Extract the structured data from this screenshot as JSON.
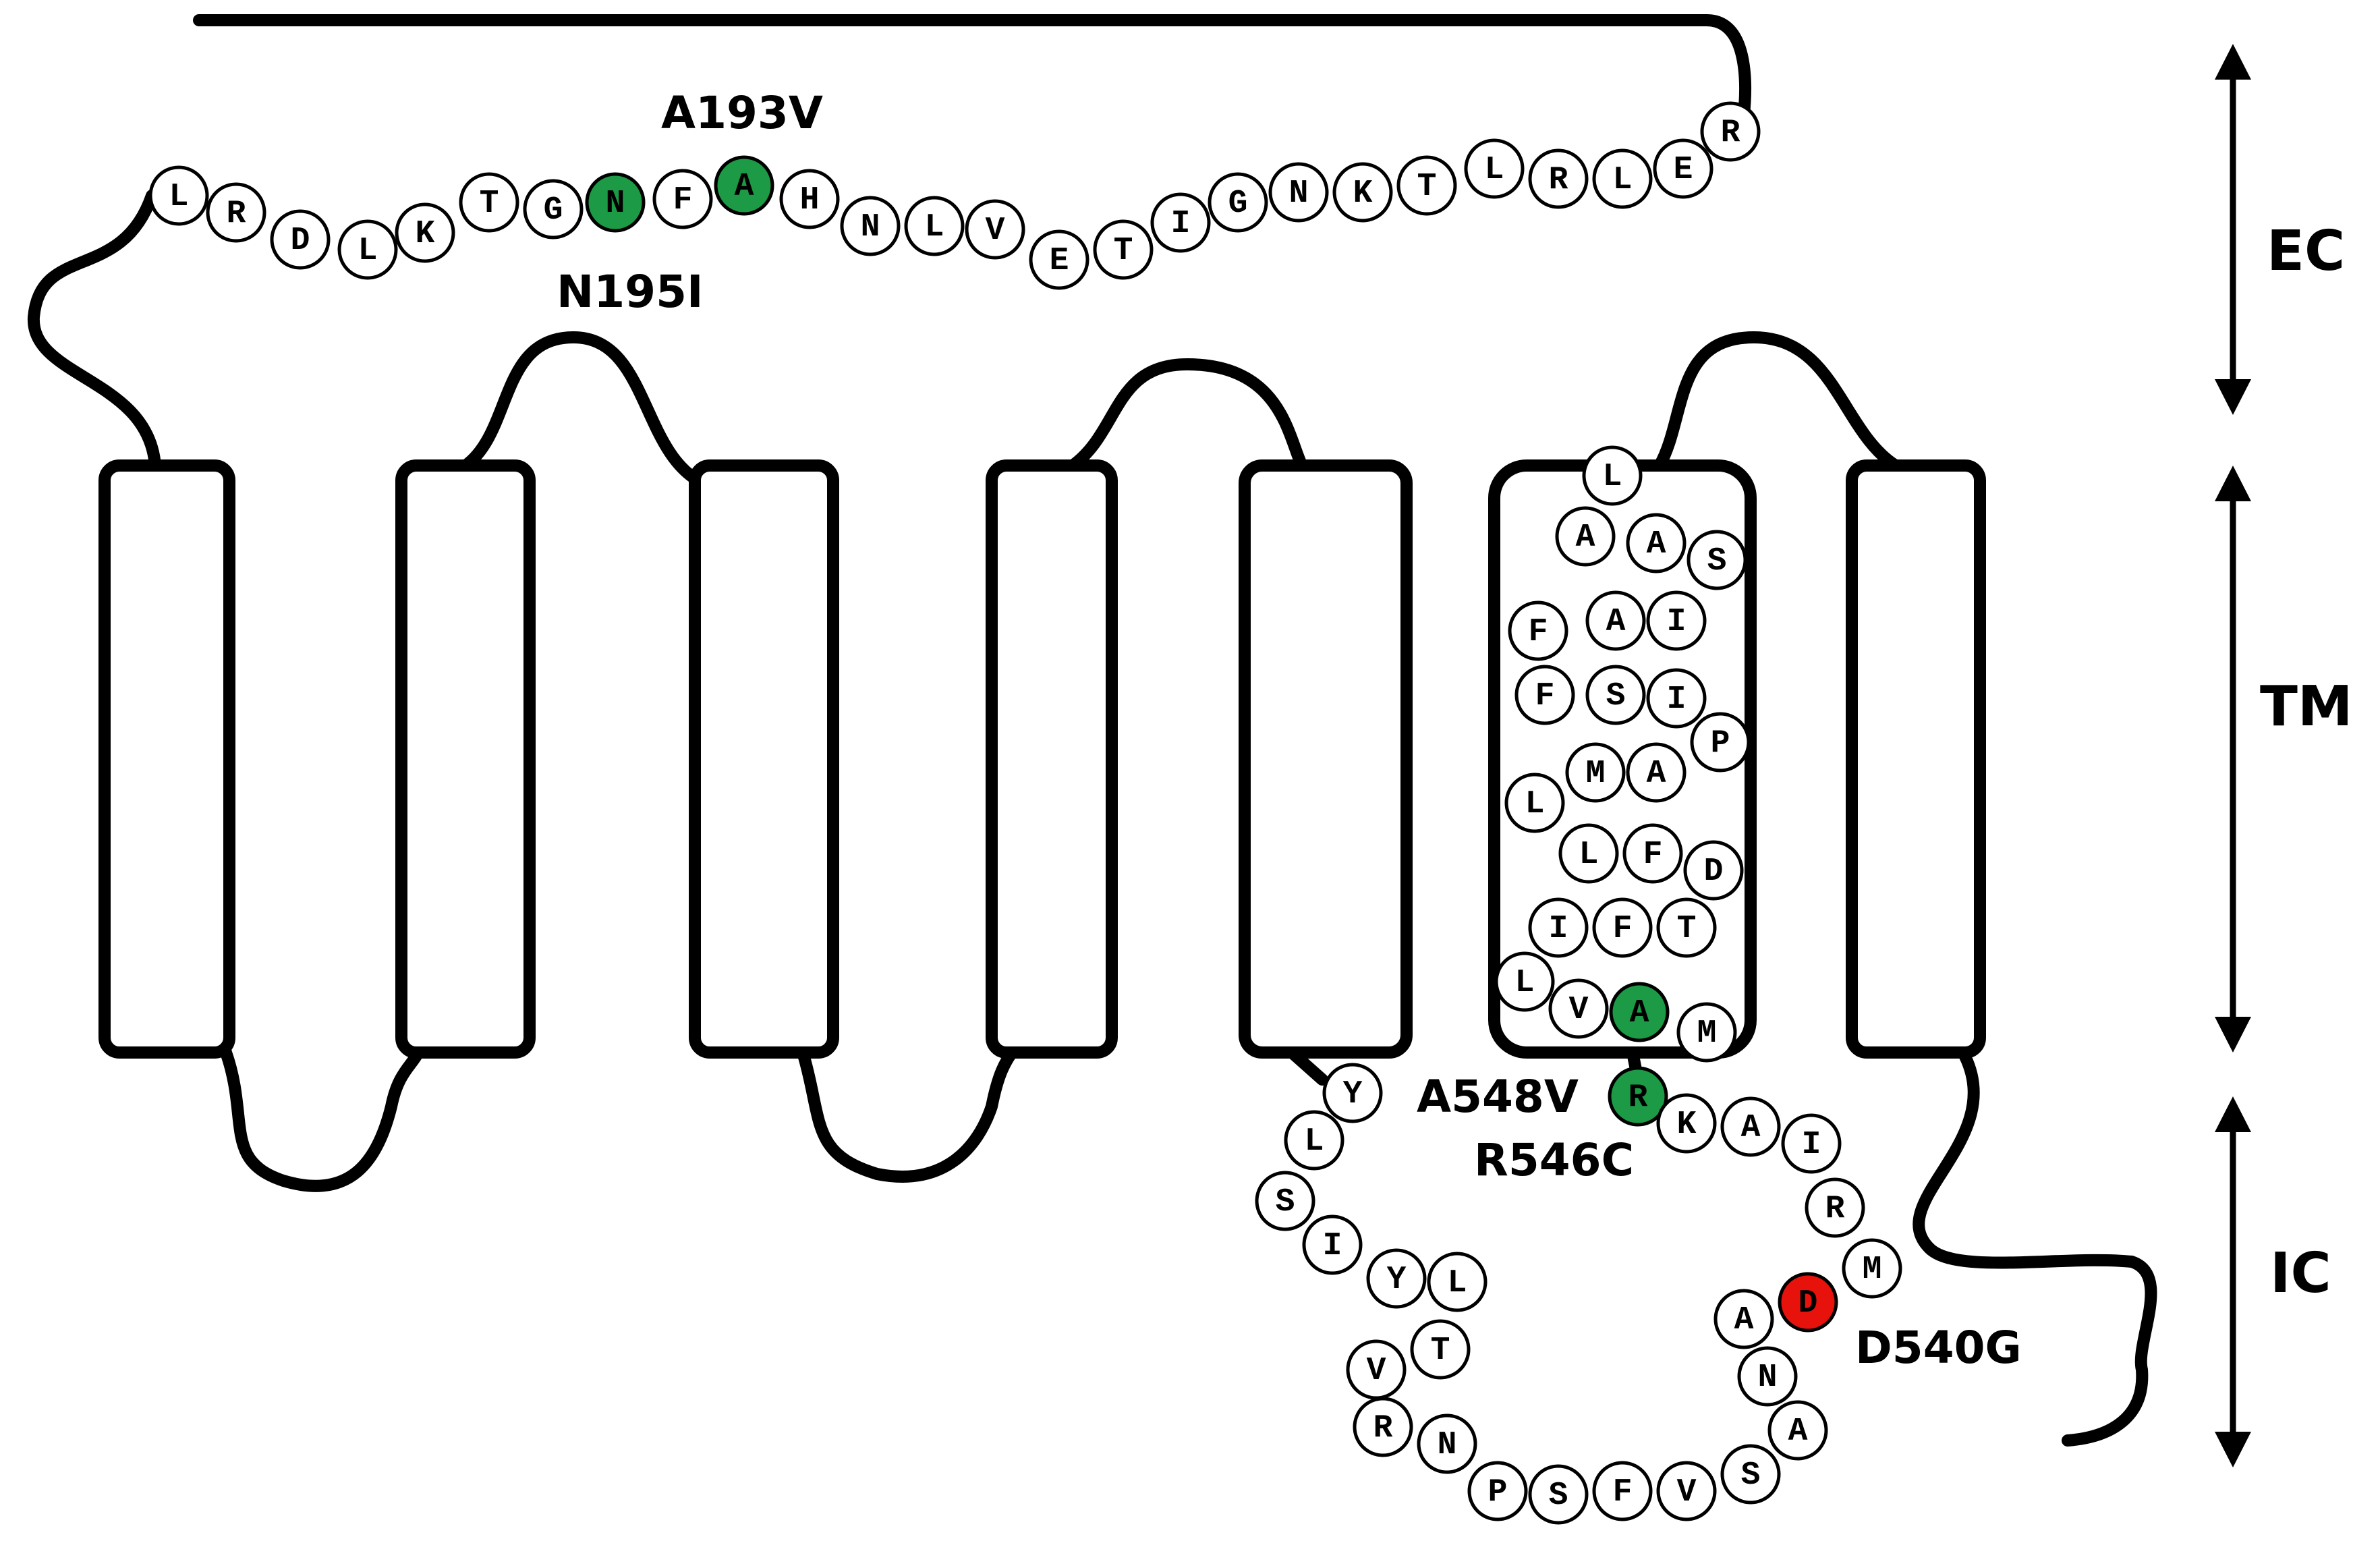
{
  "residue_colors": {
    "normal": "#ffffff",
    "green": "#1c9a45",
    "red": "#e8120c"
  },
  "ec_loop": [
    "L",
    "R",
    "D",
    "L",
    "K",
    "T",
    "G",
    "N",
    "F",
    "A",
    "H",
    "N",
    "L",
    "V",
    "E",
    "T",
    "I",
    "G",
    "N",
    "K",
    "T",
    "L",
    "R",
    "L",
    "E",
    "R"
  ],
  "tm_helix": [
    "L",
    "A",
    "A",
    "S",
    "F",
    "A",
    "I",
    "F",
    "S",
    "I",
    "P",
    "L",
    "M",
    "A",
    "L",
    "F",
    "D",
    "I",
    "F",
    "T",
    "L",
    "V",
    "A",
    "M"
  ],
  "ic_loop": [
    "R",
    "K",
    "A",
    "I",
    "R",
    "M",
    "D",
    "A",
    "N",
    "A",
    "S",
    "V",
    "F",
    "S",
    "P",
    "N",
    "R",
    "V",
    "T",
    "L",
    "Y",
    "I",
    "S",
    "L",
    "Y"
  ],
  "mutations": {
    "a193v": "A193V",
    "n195i": "N195I",
    "a548v": "A548V",
    "r546c": "R546C",
    "d540g": "D540G"
  },
  "regions": {
    "ec": "EC",
    "tm": "TM",
    "ic": "IC"
  }
}
